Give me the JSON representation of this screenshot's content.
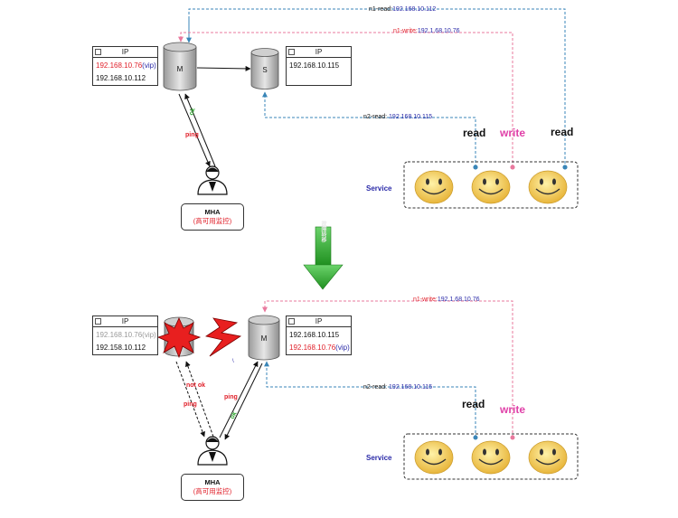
{
  "top": {
    "ip_left": {
      "header": "IP",
      "ip1": "192.168.10.76",
      "ip1_tag": "(vip)",
      "ip2": "192.168.10.112"
    },
    "ip_right": {
      "header": "IP",
      "ip1": "192.168.10.115"
    },
    "master_label": "M",
    "slave_label": "S",
    "ok_label": "ok",
    "ping_label": "ping",
    "mha_name": "MHA",
    "mha_sub": "(高可用监控)",
    "n1_read_prefix": "n1-read:",
    "n1_read_ip": "192.168.10.112",
    "n1_write_prefix": "n1-write:",
    "n1_write_ip": "192.1.68.10.76",
    "n2_read_prefix": "n2-read: ",
    "n2_read_ip": "192.168.10.115",
    "read_label_1": "read",
    "write_label": "write",
    "read_label_2": "read",
    "service_label": "Service"
  },
  "arrow_text": "故障转移",
  "bottom": {
    "ip_left": {
      "header": "IP",
      "ip1": "192.168.10.76(vip)",
      "ip2": "192.158.10.112"
    },
    "ip_right": {
      "header": "IP",
      "ip1": "192.168.10.115",
      "ip2": "192.168.10.76",
      "ip2_tag": "(vip)"
    },
    "master_label": "M",
    "not_ok_label": "not ok",
    "ping_left_label": "ping",
    "ping_right_label": "ping",
    "ok_label": "ok",
    "tick_label": "\\",
    "mha_name": "MHA",
    "mha_sub": "(高可用监控)",
    "n1_write_prefix": "n1-write:",
    "n1_write_ip": "192.1.68.10.76",
    "n2_read_prefix": "n2-read: ",
    "n2_read_ip": "192.168.10.115",
    "read_label": "read",
    "write_label": "write",
    "service_label": "Service"
  },
  "colors": {
    "read_line": "#3a86b8",
    "write_line": "#e9799e",
    "read_text": "#111111",
    "write_text": "#e040a8",
    "accent_red": "#e0202a",
    "ip_blue": "#2a2aa8",
    "arrow_green": "#2fa52f",
    "smiley": "#f3c94a"
  },
  "icons": {
    "database": "database-cylinder-icon",
    "server_down": "explosion-icon",
    "lightning": "lightning-icon",
    "admin": "person-icon",
    "smiley": "smiley-face-icon"
  }
}
